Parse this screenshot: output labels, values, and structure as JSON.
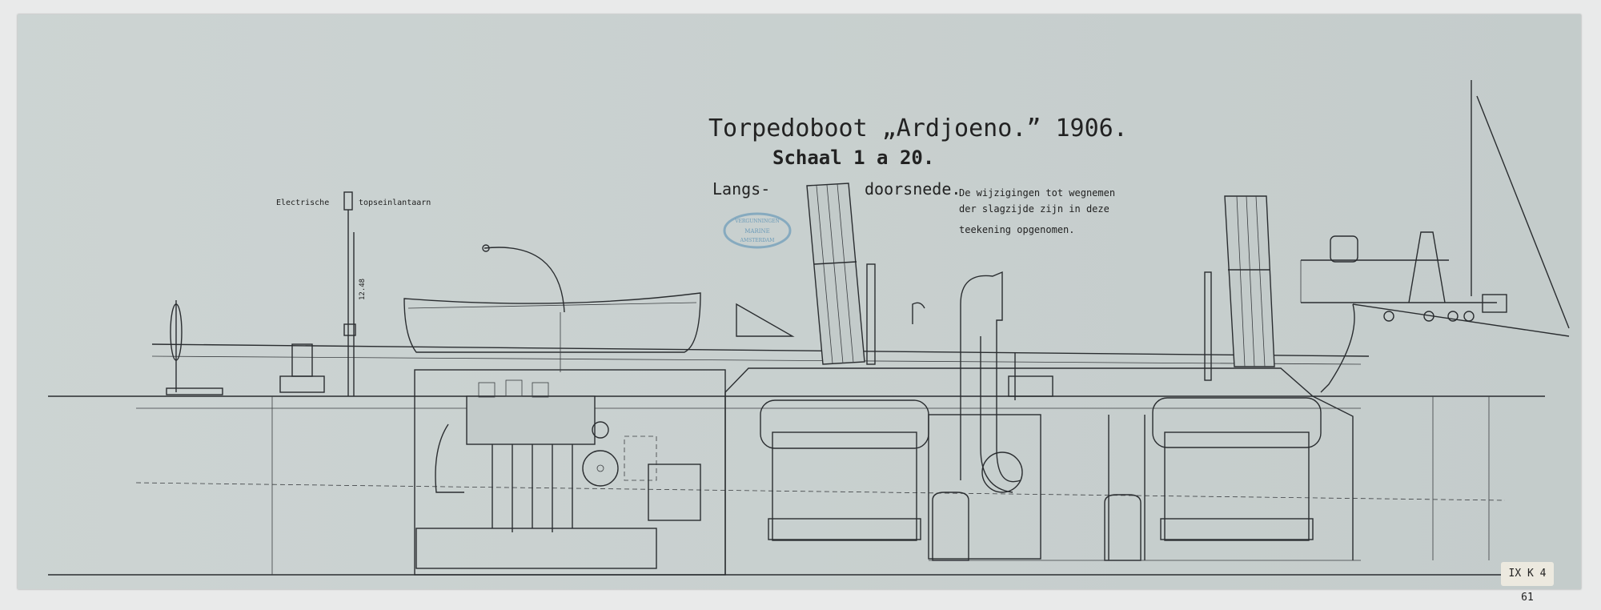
{
  "drawing": {
    "title": "Torpedoboot „Ardjoeno.” 1906.",
    "scale": "Schaal 1 a 20.",
    "section_left": "Langs-",
    "section_right": "doorsnede.",
    "note_lines": [
      "De wijzigingen tot wegnemen",
      "der slagzijde zijn in deze",
      "teekening opgenomen."
    ],
    "label_left": "Electrische",
    "label_right": "topseinlantaarn",
    "dimension": "12.48",
    "stamp_lines": [
      "VERGUNNINGEN",
      "MARINE",
      "AMSTERDAM"
    ],
    "reference": "IX K 4 61"
  },
  "colors": {
    "paper": "#c8d0cf",
    "ink": "#2a2d30",
    "stamp": "#6a9ab8"
  }
}
